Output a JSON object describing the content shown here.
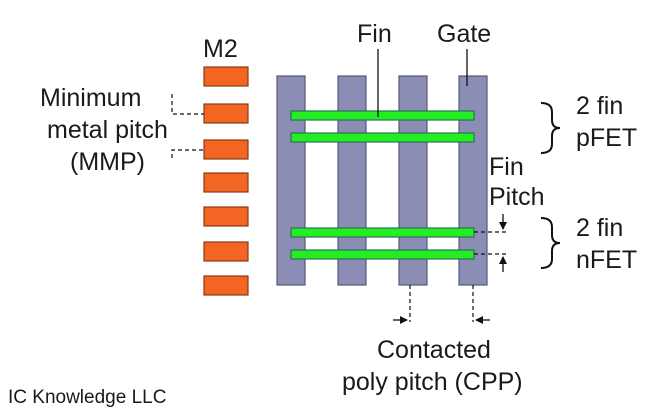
{
  "labels": {
    "m2": "M2",
    "fin": "Fin",
    "gate": "Gate",
    "mmp_line1": "Minimum",
    "mmp_line2": "metal pitch",
    "mmp_line3": "(MMP)",
    "pfet_line1": "2 fin",
    "pfet_line2": "pFET",
    "fin_pitch_line1": "Fin",
    "fin_pitch_line2": "Pitch",
    "nfet_line1": "2 fin",
    "nfet_line2": "nFET",
    "cpp_line1": "Contacted",
    "cpp_line2": "poly pitch (CPP)",
    "credit": "IC Knowledge LLC"
  },
  "colors": {
    "m2_fill": "#f26522",
    "m2_stroke": "#8a3a10",
    "gate_fill": "#8b8db5",
    "gate_stroke": "#55577a",
    "fin_fill": "#22ee22",
    "fin_stroke": "#2f6f5a",
    "line": "#111111"
  },
  "counts": {
    "m2_tracks": 7,
    "gates": 4,
    "fins": 4
  }
}
